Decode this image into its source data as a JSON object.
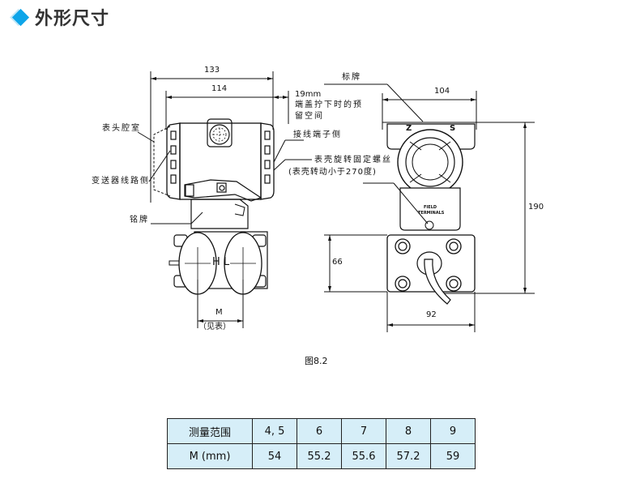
{
  "header": {
    "title": "外形尺寸",
    "accent_color": "#0ea5e9"
  },
  "drawing": {
    "front_view": {
      "dim_overall_width": "133",
      "dim_body_width": "114",
      "dim_cap_clearance": "19mm",
      "cap_clearance_note_line1": "端盖拧下时的预",
      "cap_clearance_note_line2": "留空间",
      "label_meter_chamber": "表头腔室",
      "label_transmitter_side": "变送器线路侧",
      "label_terminal_side": "接线端子侧",
      "label_nameplate": "铭牌",
      "flange_marking": "H L",
      "dim_m": "M",
      "dim_m_note": "（见表）"
    },
    "side_view": {
      "label_tag": "标牌",
      "dim_width": "104",
      "dim_height": "190",
      "dim_flange_height": "66",
      "dim_flange_width": "92",
      "label_lock_screw_line1": "表壳旋转固定螺丝",
      "label_lock_screw_line2": "(表壳转动小于270度)",
      "marking_z": "Z",
      "marking_s": "S",
      "terminal_marking_line1": "FIELD",
      "terminal_marking_line2": "TERMINALS"
    },
    "caption": "图8.2"
  },
  "spec_table": {
    "rows": [
      {
        "header": "测量范围",
        "cells": [
          "4, 5",
          "6",
          "7",
          "8",
          "9"
        ]
      },
      {
        "header": "M (mm)",
        "cells": [
          "54",
          "55.2",
          "55.6",
          "57.2",
          "59"
        ]
      }
    ],
    "cell_color": "#d6eef8"
  }
}
